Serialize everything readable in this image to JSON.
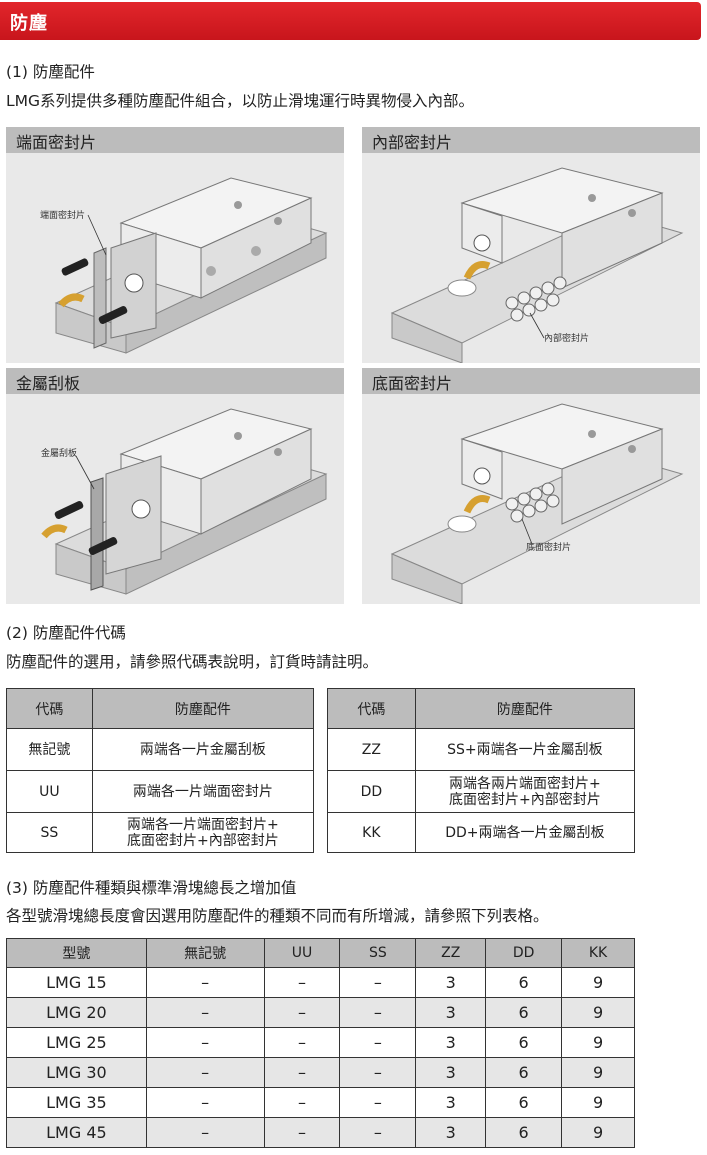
{
  "header": {
    "title": "防塵"
  },
  "section1": {
    "title": "(1) 防塵配件",
    "desc": "LMG系列提供多種防塵配件組合，以防止滑塊運行時異物侵入內部。",
    "panels": [
      {
        "label": "端面密封片",
        "callout": "端面密封片"
      },
      {
        "label": "內部密封片",
        "callout": "內部密封片"
      },
      {
        "label": "金屬刮板",
        "callout": "金屬刮板"
      },
      {
        "label": "底面密封片",
        "callout": "底面密封片"
      }
    ]
  },
  "section2": {
    "title": "(2) 防塵配件代碼",
    "desc": "防塵配件的選用，請參照代碼表說明，訂貨時請註明。",
    "headers": [
      "代碼",
      "防塵配件"
    ],
    "left_rows": [
      {
        "code": "無記號",
        "desc1": "兩端各一片金屬刮板",
        "desc2": ""
      },
      {
        "code": "UU",
        "desc1": "兩端各一片端面密封片",
        "desc2": ""
      },
      {
        "code": "SS",
        "desc1": "兩端各一片端面密封片+",
        "desc2": "底面密封片+內部密封片"
      }
    ],
    "right_rows": [
      {
        "code": "ZZ",
        "desc1": "SS+兩端各一片金屬刮板",
        "desc2": ""
      },
      {
        "code": "DD",
        "desc1": "兩端各兩片端面密封片+",
        "desc2": "底面密封片+內部密封片"
      },
      {
        "code": "KK",
        "desc1": "DD+兩端各一片金屬刮板",
        "desc2": ""
      }
    ]
  },
  "section3": {
    "title": "(3) 防塵配件種類與標準滑塊總長之增加值",
    "desc": "各型號滑塊總長度會因選用防塵配件的種類不同而有所增減，請參照下列表格。",
    "headers": [
      "型號",
      "無記號",
      "UU",
      "SS",
      "ZZ",
      "DD",
      "KK"
    ],
    "rows": [
      [
        "LMG 15",
        "–",
        "–",
        "–",
        "3",
        "6",
        "9"
      ],
      [
        "LMG 20",
        "–",
        "–",
        "–",
        "3",
        "6",
        "9"
      ],
      [
        "LMG 25",
        "–",
        "–",
        "–",
        "3",
        "6",
        "9"
      ],
      [
        "LMG 30",
        "–",
        "–",
        "–",
        "3",
        "6",
        "9"
      ],
      [
        "LMG 35",
        "–",
        "–",
        "–",
        "3",
        "6",
        "9"
      ],
      [
        "LMG 45",
        "–",
        "–",
        "–",
        "3",
        "6",
        "9"
      ]
    ]
  },
  "colors": {
    "brand_red": "#d41c22",
    "header_gray": "#bcbcbc",
    "row_alt": "#e6e6e6"
  }
}
